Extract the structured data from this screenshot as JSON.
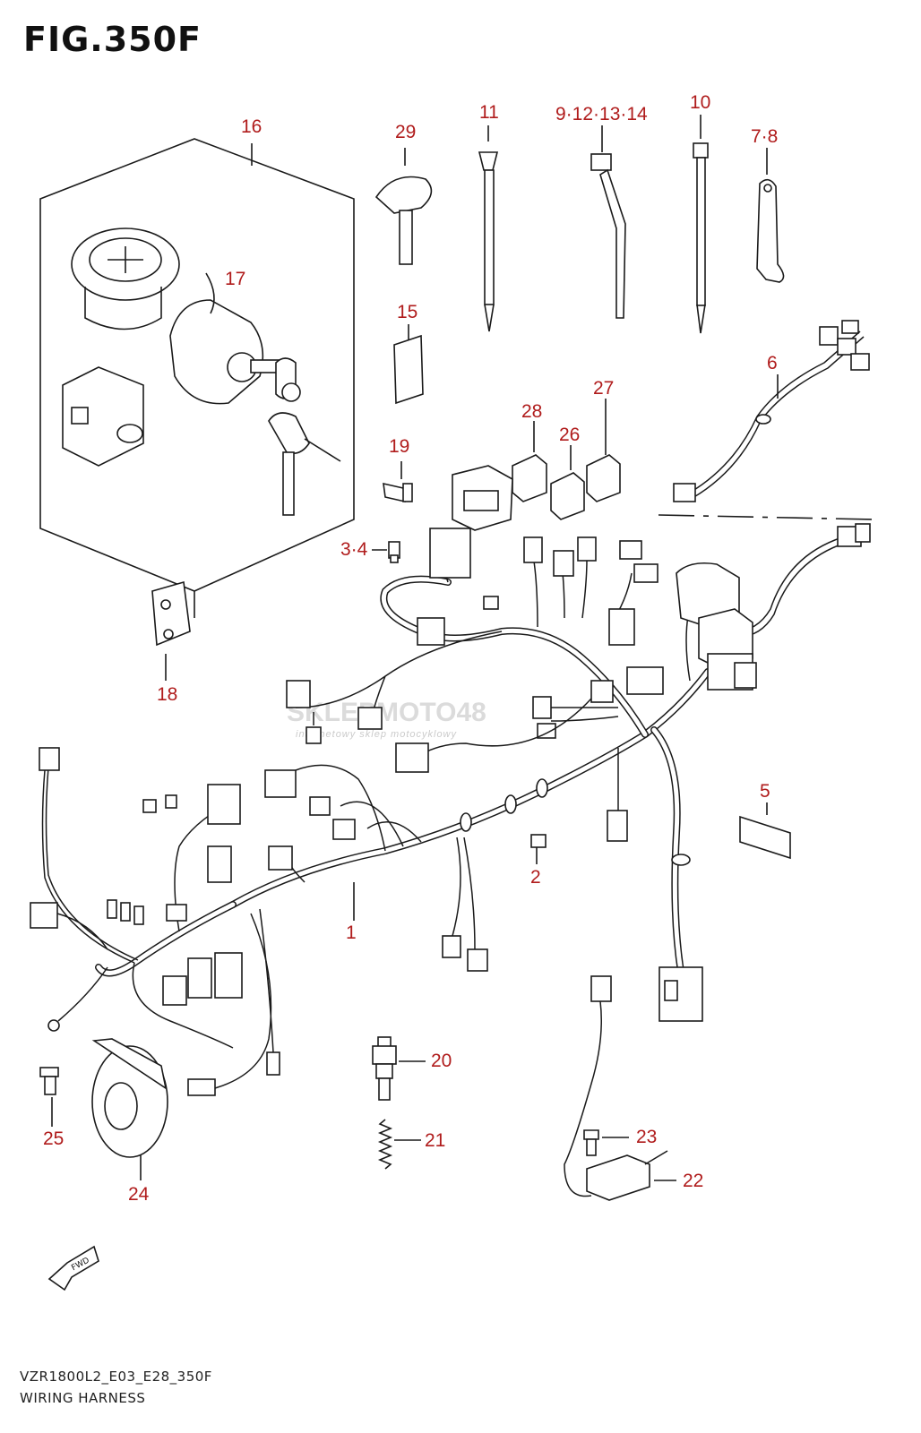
{
  "figure": {
    "title": "FIG.350F",
    "model_code": "VZR1800L2_E03_E28_350F",
    "caption": "WIRING HARNESS",
    "fwd_label": "FWD"
  },
  "watermark": {
    "brand": "SKLEPMOTO48",
    "tagline": "internetowy sklep motocyklowy"
  },
  "callouts": {
    "c1": "1",
    "c2": "2",
    "c34": "3·4",
    "c5": "5",
    "c6": "6",
    "c78": "7·8",
    "c9": "9·12·13·14",
    "c10": "10",
    "c11": "11",
    "c15": "15",
    "c16": "16",
    "c17": "17",
    "c18": "18",
    "c19": "19",
    "c20": "20",
    "c21": "21",
    "c22": "22",
    "c23": "23",
    "c24": "24",
    "c25": "25",
    "c26": "26",
    "c27": "27",
    "c28": "28",
    "c29": "29"
  },
  "colors": {
    "callout": "#b01c1c",
    "line": "#1a1a1a"
  }
}
